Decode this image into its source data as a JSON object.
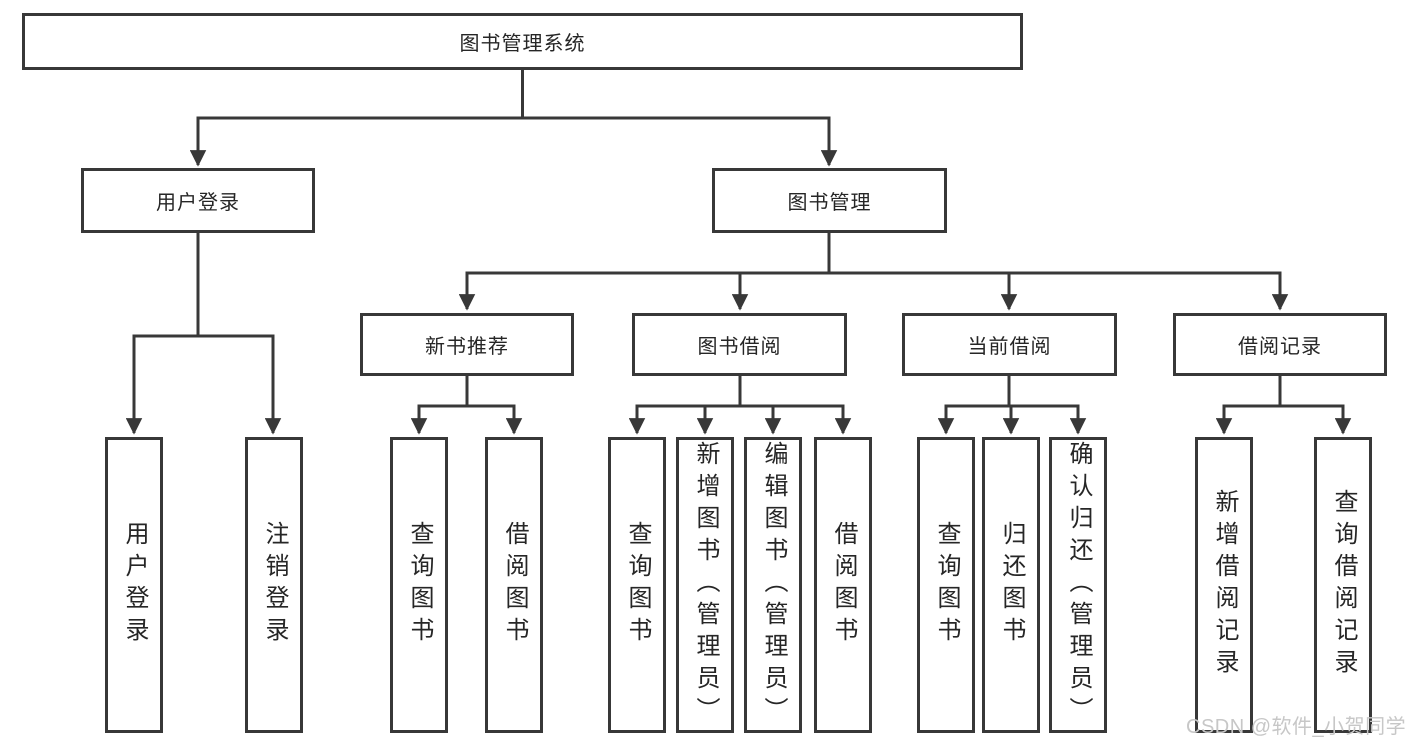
{
  "diagram": {
    "root": {
      "label": "图书管理系统"
    },
    "branches": [
      {
        "label": "用户登录",
        "children": [
          {
            "label": "用户登录"
          },
          {
            "label": "注销登录"
          }
        ]
      },
      {
        "label": "图书管理",
        "children": [
          {
            "label": "新书推荐",
            "children": [
              {
                "label": "查询图书"
              },
              {
                "label": "借阅图书"
              }
            ]
          },
          {
            "label": "图书借阅",
            "children": [
              {
                "label": "查询图书"
              },
              {
                "label": "新增图书（管理员）"
              },
              {
                "label": "编辑图书（管理员）"
              },
              {
                "label": "借阅图书"
              }
            ]
          },
          {
            "label": "当前借阅",
            "children": [
              {
                "label": "查询图书"
              },
              {
                "label": "归还图书"
              },
              {
                "label": "确认归还（管理员）"
              }
            ]
          },
          {
            "label": "借阅记录",
            "children": [
              {
                "label": "新增借阅记录"
              },
              {
                "label": "查询借阅记录"
              }
            ]
          }
        ]
      }
    ]
  },
  "watermark": {
    "text": "CSDN @软件_小贺同学"
  },
  "colors": {
    "line": "#383838",
    "text": "#262626",
    "watermark": "#c7c7c7",
    "background": "#ffffff"
  }
}
